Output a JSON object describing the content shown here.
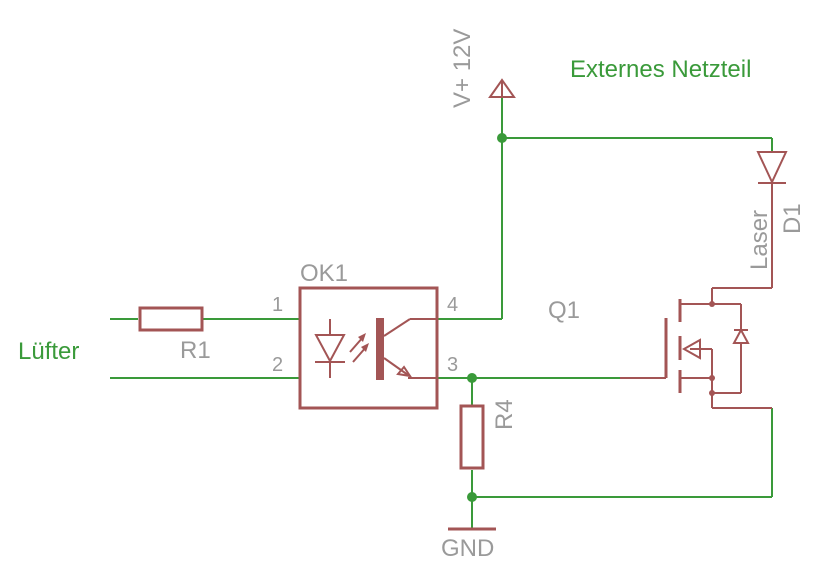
{
  "labels": {
    "vplus": "V+ 12V",
    "ext_supply": "Externes Netzteil",
    "fan": "Lüfter",
    "r1": "R1",
    "ok1": "OK1",
    "pin1": "1",
    "pin2": "2",
    "pin3": "3",
    "pin4": "4",
    "q1": "Q1",
    "r4": "R4",
    "gnd": "GND",
    "laser": "Laser",
    "d1": "D1"
  },
  "colors": {
    "wire": "#3a9a3a",
    "symbol": "#a35555",
    "label": "#9a9a9a"
  }
}
